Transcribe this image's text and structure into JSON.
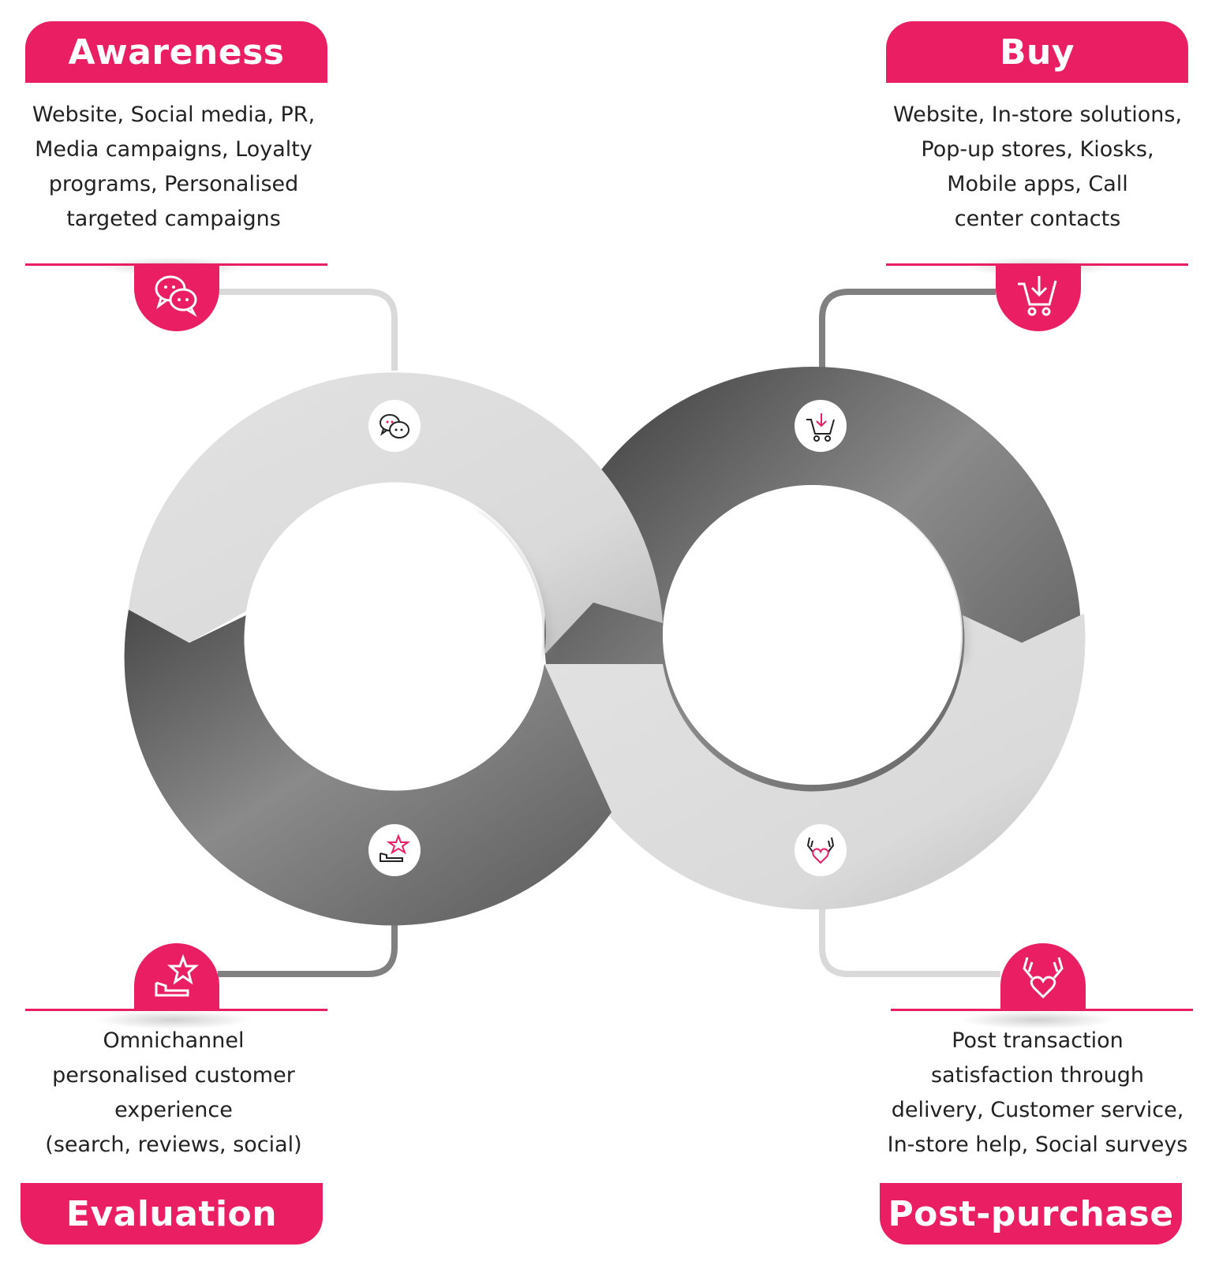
{
  "colors": {
    "accent": "#e91e63",
    "light_gray": "#dcdcdc",
    "dark_gray": "#7a7a7a",
    "connector_light": "#d9d9d9",
    "connector_dark": "#808080"
  },
  "stages": {
    "awareness": {
      "title": "Awareness",
      "description": "Website, Social media, PR,\nMedia campaigns, Loyalty\nprograms, Personalised\ntargeted campaigns",
      "icon": "chat-bubbles-icon"
    },
    "buy": {
      "title": "Buy",
      "description": "Website, In-store solutions,\nPop-up stores, Kiosks,\nMobile apps, Call\ncenter contacts",
      "icon": "cart-download-icon"
    },
    "evaluation": {
      "title": "Evaluation",
      "description": "Omnichannel\npersonalised customer\nexperience\n(search, reviews, social)",
      "icon": "hand-star-icon"
    },
    "post_purchase": {
      "title": "Post-purchase",
      "description": "Post transaction\nsatisfaction through\ndelivery, Customer service,\nIn-store help, Social surveys",
      "icon": "hands-heart-icon"
    }
  }
}
